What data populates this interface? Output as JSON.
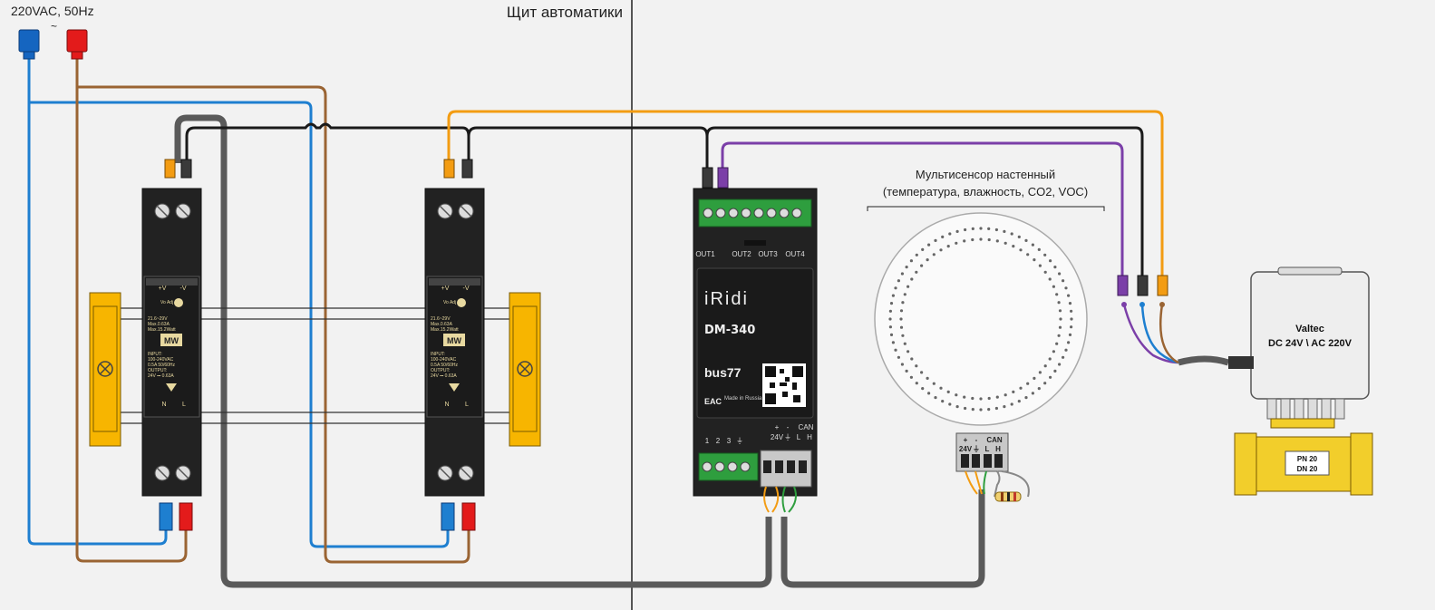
{
  "power_source": {
    "label": "220VAC, 50Hz",
    "symbol": "~",
    "neutral_color": "#1565c0",
    "line_color": "#e31b1b"
  },
  "panel_title": "Щит автоматики",
  "psu": {
    "top_terminals": [
      "+V",
      "-V"
    ],
    "adj": "Vo\nAdj",
    "spec_lines": [
      "21.6~29V",
      "Max.0.63A",
      "Max.15.2Watt"
    ],
    "input_title": "INPUT:",
    "input_lines": [
      "100-240VAC",
      "0.5A  50/60Hz"
    ],
    "output_title": "OUTPUT:",
    "output_line": "24V  ⎓  0.63A",
    "bottom_terminals": [
      "N",
      "L"
    ],
    "brand": "MW"
  },
  "controller": {
    "brand": "iRidi",
    "model": "DM-340",
    "vendor": "bus77",
    "made_in": "Made in Russia",
    "cert": "EAC",
    "outputs": [
      "OUT1",
      "OUT2",
      "OUT3",
      "OUT4"
    ],
    "inputs": [
      "1",
      "2",
      "3",
      "⏚"
    ],
    "power_labels": [
      "+",
      "-",
      "CAN",
      "24V",
      "⏚",
      "L",
      "H"
    ]
  },
  "sensor": {
    "title": "Мультисенсор настенный",
    "subtitle": "(температура, влажность, CO2, VOC)",
    "terminals_top": [
      "+",
      "-",
      "CAN"
    ],
    "terminals_bottom": [
      "24V",
      "⏚",
      "L",
      "H"
    ]
  },
  "valve": {
    "brand": "Valtec",
    "power": "DC 24V \\ AC 220V",
    "pn": "PN 20",
    "dn": "DN 20"
  },
  "wire_colors": {
    "orange": "#f39c12",
    "black": "#1a1a1a",
    "purple": "#7b3fa8",
    "brown": "#9a6433",
    "blue": "#1e7fd0",
    "grey": "#555555",
    "yellow": "#f7b500"
  }
}
